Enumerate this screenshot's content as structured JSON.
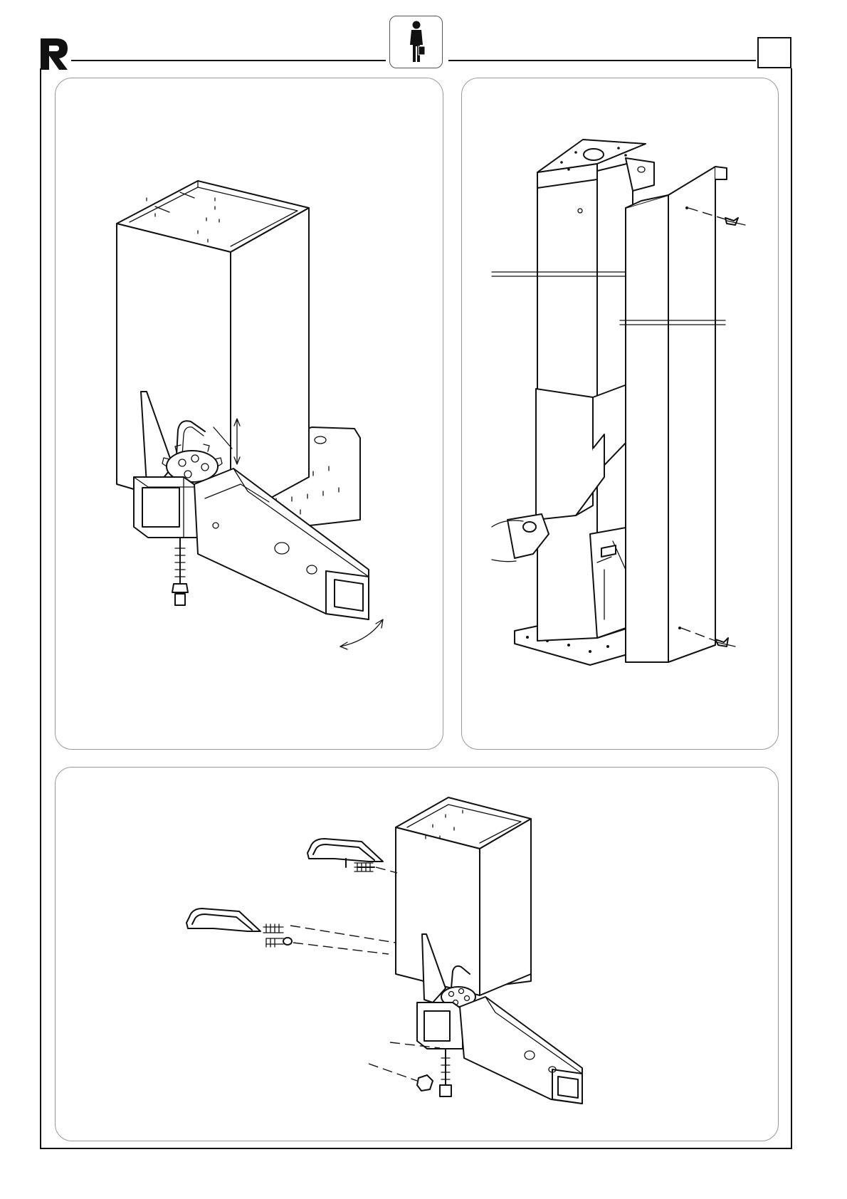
{
  "header": {
    "logo_icon": "brand-r-logo-icon",
    "operator_icon": "operator-person-icon",
    "page_box_text": ""
  },
  "figures": [
    {
      "name": "figure-bracket-adjustment",
      "icon": "pillar-bracket-illustration"
    },
    {
      "name": "figure-column-cover",
      "icon": "column-cover-illustration"
    },
    {
      "name": "figure-bracket-assembly",
      "icon": "u-bolt-assembly-illustration"
    }
  ],
  "colors": {
    "line": "#111111",
    "panel_border": "#9a9a9a",
    "background": "#ffffff"
  }
}
